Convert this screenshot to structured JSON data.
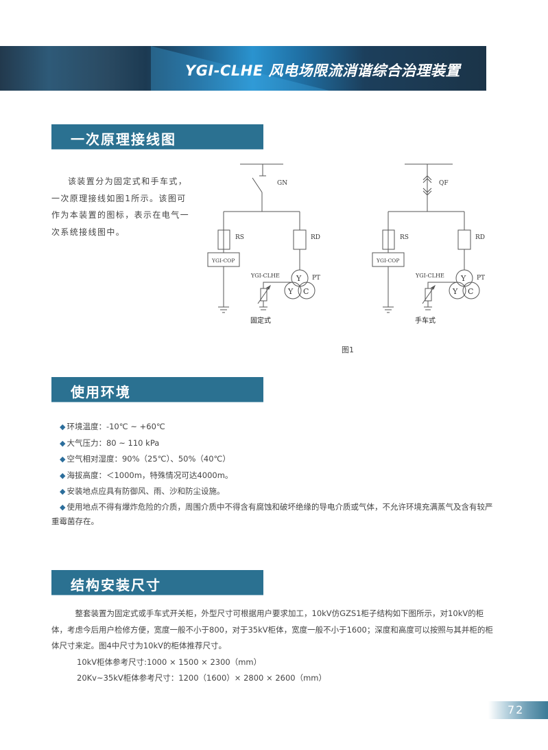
{
  "banner": {
    "title": "YGI-CLHE 风电场限流消谐综合治理装置"
  },
  "colors": {
    "section_bar": "#2b7191",
    "bullet": "#2b6d9b",
    "banner_dark": "#1c3a52",
    "banner_light": "#2a93cf"
  },
  "section1": {
    "heading": "一次原理接线图",
    "intro": "该装置分为固定式和手车式，一次原理接线如图1所示。该图可作为本装置的图标，表示在电气一次系统接线图中。",
    "diagram_fixed": {
      "switch": "GN",
      "left_fuse": "RS",
      "right_fuse": "RD",
      "box": "YGI-COP",
      "device": "YGI-CLHE",
      "pt": "PT",
      "pt_y1": "Y",
      "pt_y2": "Y",
      "pt_c": "C",
      "caption": "固定式"
    },
    "diagram_cart": {
      "switch": "QF",
      "left_fuse": "RS",
      "right_fuse": "RD",
      "box": "YGI-COP",
      "device": "YGI-CLHE",
      "pt": "PT",
      "pt_y1": "Y",
      "pt_y2": "Y",
      "pt_c": "C",
      "caption": "手车式"
    },
    "figure_caption": "图1"
  },
  "section2": {
    "heading": "使用环境",
    "bullet_icon": "diamond-icon",
    "items": [
      "环境温度：-10℃ ~ +60℃",
      "大气压力：80 ~ 110 kPa",
      "空气相对湿度：90%（25℃）、50%（40℃）",
      "海拔高度：＜1000m，特殊情况可达4000m。",
      "安装地点应具有防御风、雨、沙和防尘设施。",
      "使用地点不得有爆炸危险的介质，周围介质中不得含有腐蚀和破坏绝缘的导电介质或气体，不允许环境充满蒸气及含有较严重霉菌存在。"
    ]
  },
  "section3": {
    "heading": "结构安装尺寸",
    "paragraph": "整套装置为固定式或手车式开关柜，外型尺寸可根据用户要求加工，10kV仿GZS1柜子结构如下图所示，对10kV的柜体，考虑今后用户检修方便，宽度一般不小于800，对于35kV柜体，宽度一般不小于1600；深度和高度可以按照与其并柜的柜体尺寸来定。图4中尺寸为10kV的柜体推荐尺寸。",
    "dim_10kv": "10kV柜体参考尺寸:1000 × 1500 × 2300（mm）",
    "dim_35kv": "20Kv~35kV柜体参考尺寸：1200（1600）× 2800 × 2600（mm）"
  },
  "page_number": "72"
}
